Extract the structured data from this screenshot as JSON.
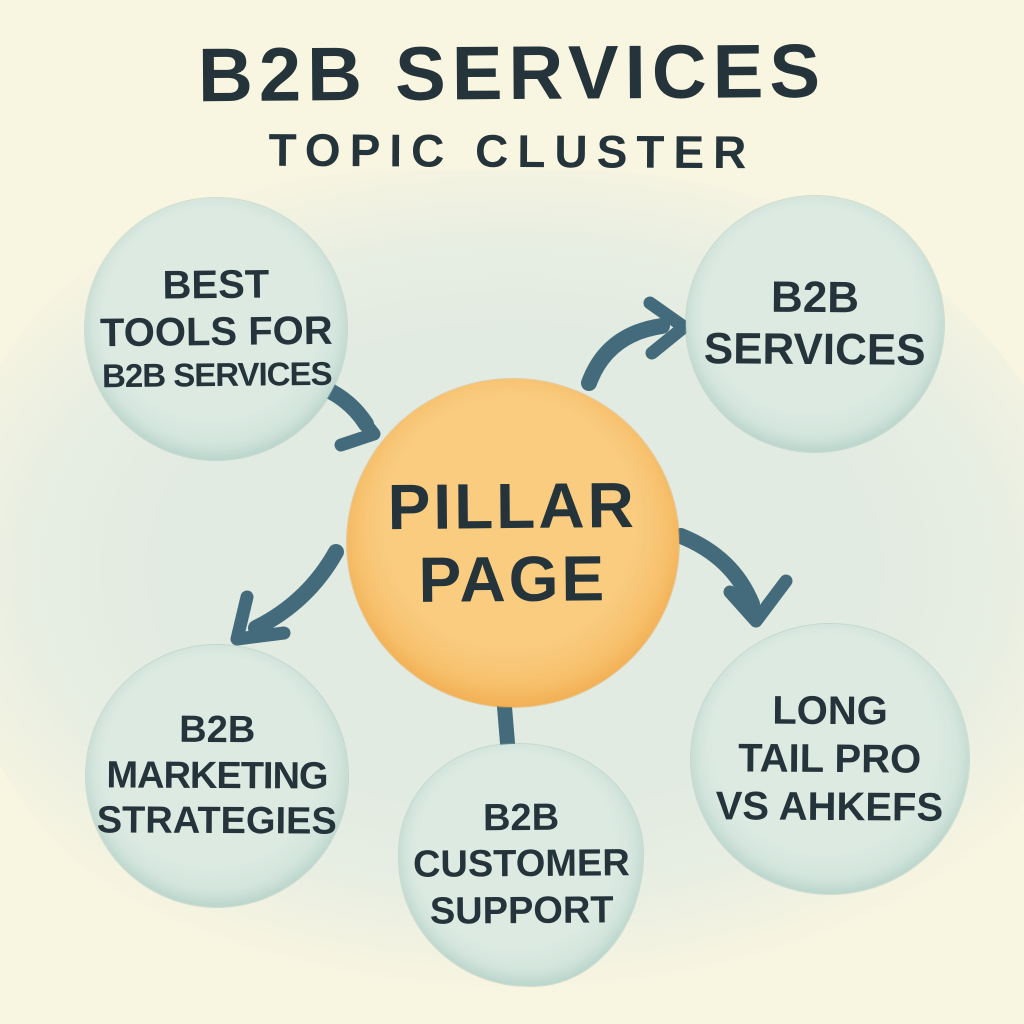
{
  "title": {
    "main": "B2B SERVICES",
    "sub": "TOPIC CLUSTER"
  },
  "nodes": {
    "pillar": {
      "lines": [
        "PILLAR",
        "PAGE"
      ]
    },
    "best_tools": {
      "lines": [
        "BEST",
        "TOOLS FOR",
        "B2B SERVICES"
      ]
    },
    "services": {
      "lines": [
        "B2B",
        "SERVICES"
      ]
    },
    "marketing": {
      "lines": [
        "B2B",
        "MARKETING",
        "STRATEGIES"
      ]
    },
    "customer": {
      "lines": [
        "B2B",
        "CUSTOMER",
        "SUPPORT"
      ]
    },
    "longtail": {
      "lines": [
        "LONG",
        "TAIL PRO",
        "VS AHKEFS"
      ]
    }
  },
  "colors": {
    "bg-cream": "#f8f5e1",
    "bg-wash": "#e2ebe2",
    "node-fill": "#dceae2",
    "node-mid": "#cfe3da",
    "node-rim": "#9cc2ba",
    "node-edge": "#8ab4ad",
    "pillar-fill": "#f9cc80",
    "pillar-mid": "#f6b85e",
    "pillar-rim": "#ec9f3d",
    "ink": "#24343a",
    "arrow": "#446b7c"
  }
}
